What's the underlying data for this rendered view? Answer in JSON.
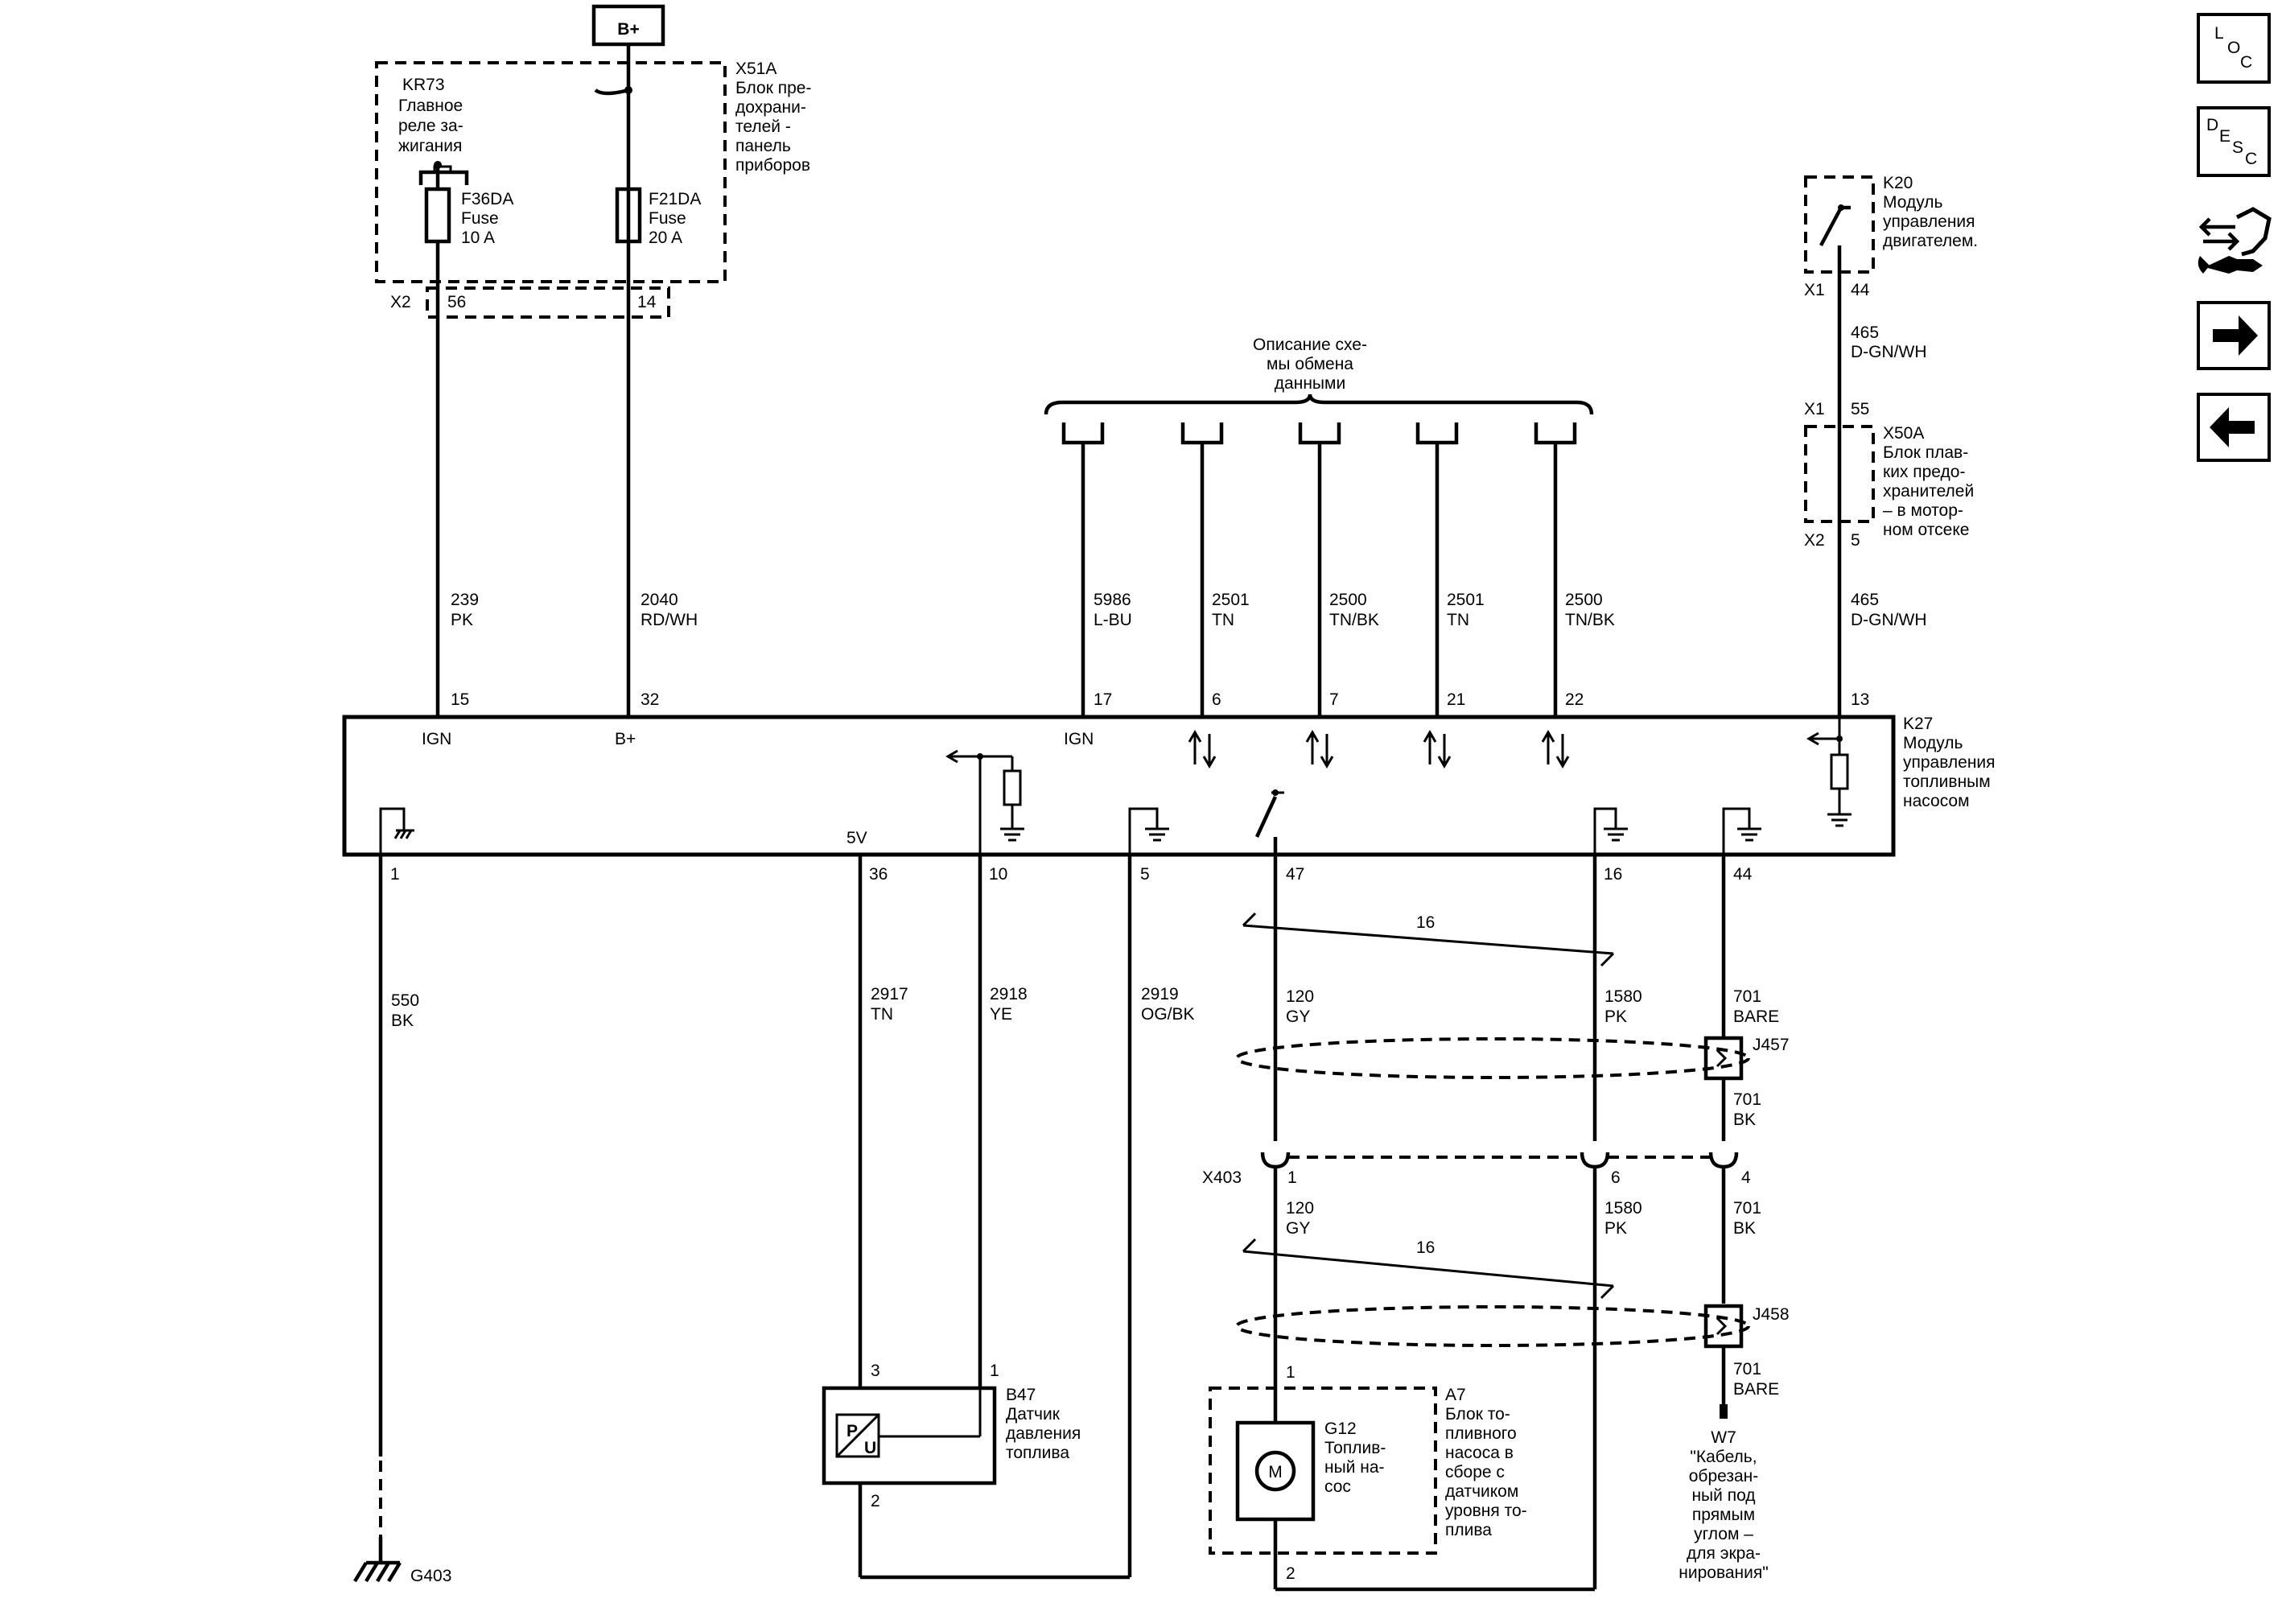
{
  "supply": {
    "bplus": "B+"
  },
  "x51a": {
    "id": "X51A",
    "desc": [
      "Блок пре-",
      "дохрани-",
      "телей -",
      "панель",
      "приборов"
    ]
  },
  "kr73": {
    "id": "KR73",
    "desc": [
      "Главное",
      "реле за-",
      "жигания"
    ]
  },
  "f36": {
    "id": "F36DA",
    "type": "Fuse",
    "rating": "10 A"
  },
  "f21": {
    "id": "F21DA",
    "type": "Fuse",
    "rating": "20 A"
  },
  "x2_top": {
    "conn": "X2",
    "pin_a": "56",
    "pin_b": "14"
  },
  "wires_left": [
    {
      "circuit": "239",
      "color": "PK",
      "pin": "15",
      "label": "IGN"
    },
    {
      "circuit": "2040",
      "color": "RD/WH",
      "pin": "32",
      "label": "B+"
    }
  ],
  "comm": {
    "title": [
      "Описание схе-",
      "мы обмена",
      "данными"
    ]
  },
  "comm_wires": [
    {
      "circuit": "5986",
      "color": "L-BU",
      "pin": "17",
      "label": "IGN"
    },
    {
      "circuit": "2501",
      "color": "TN",
      "pin": "6"
    },
    {
      "circuit": "2500",
      "color": "TN/BK",
      "pin": "7"
    },
    {
      "circuit": "2501",
      "color": "TN",
      "pin": "21"
    },
    {
      "circuit": "2500",
      "color": "TN/BK",
      "pin": "22"
    }
  ],
  "k20": {
    "id": "K20",
    "desc": [
      "Модуль",
      "управления",
      "двигателем."
    ],
    "conn": "X1",
    "pin": "44"
  },
  "w465a": {
    "circuit": "465",
    "color": "D-GN/WH"
  },
  "x50a": {
    "id": "X50A",
    "desc": [
      "Блок плав-",
      "ких предо-",
      "хранителей",
      "– в мотор-",
      "ном отсеке"
    ],
    "conn_top": "X1",
    "pin_top": "55",
    "conn_bot": "X2",
    "pin_bot": "5"
  },
  "w465b": {
    "circuit": "465",
    "color": "D-GN/WH",
    "pin": "13"
  },
  "k27": {
    "id": "K27",
    "desc": [
      "Модуль",
      "управления",
      "топливным",
      "насосом"
    ],
    "label_5v": "5V"
  },
  "bottom_pins": [
    "1",
    "36",
    "10",
    "5",
    "47",
    "16",
    "44"
  ],
  "w550": {
    "circuit": "550",
    "color": "BK"
  },
  "g403": "G403",
  "w2917": {
    "circuit": "2917",
    "color": "TN"
  },
  "w2918": {
    "circuit": "2918",
    "color": "YE"
  },
  "w2919": {
    "circuit": "2919",
    "color": "OG/BK"
  },
  "w120a": {
    "circuit": "120",
    "color": "GY"
  },
  "w1580a": {
    "circuit": "1580",
    "color": "PK"
  },
  "w701a": {
    "circuit": "701",
    "color": "BARE"
  },
  "twist_label": "16",
  "j457": "J457",
  "w701b": {
    "circuit": "701",
    "color": "BK"
  },
  "x403": {
    "id": "X403",
    "pin_a": "1",
    "pin_b": "6",
    "pin_c": "4"
  },
  "w120b": {
    "circuit": "120",
    "color": "GY"
  },
  "w1580b": {
    "circuit": "1580",
    "color": "PK"
  },
  "w701c": {
    "circuit": "701",
    "color": "BK"
  },
  "j458": "J458",
  "w701d": {
    "circuit": "701",
    "color": "BARE"
  },
  "w7": {
    "id": "W7",
    "desc": [
      "\"Кабель,",
      "обрезан-",
      "ный под",
      "прямым",
      "углом –",
      "для экра-",
      "нирования\""
    ]
  },
  "b47": {
    "id": "B47",
    "desc": [
      "Датчик",
      "давления",
      "топлива"
    ],
    "pin3": "3",
    "pin1": "1",
    "pin2": "2",
    "sym_p": "P",
    "sym_u": "U"
  },
  "a7": {
    "id": "A7",
    "desc": [
      "Блок то-",
      "пливного",
      "насоса в",
      "сборе с",
      "датчиком",
      "уровня то-",
      "плива"
    ],
    "pin1": "1",
    "pin2": "2"
  },
  "g12": {
    "id": "G12",
    "desc": [
      "Топлив-",
      "ный на-",
      "сос"
    ],
    "motor": "M"
  },
  "nav": {
    "loc": [
      "L",
      "O",
      "C"
    ],
    "desc": [
      "D",
      "E",
      "S",
      "C"
    ]
  }
}
